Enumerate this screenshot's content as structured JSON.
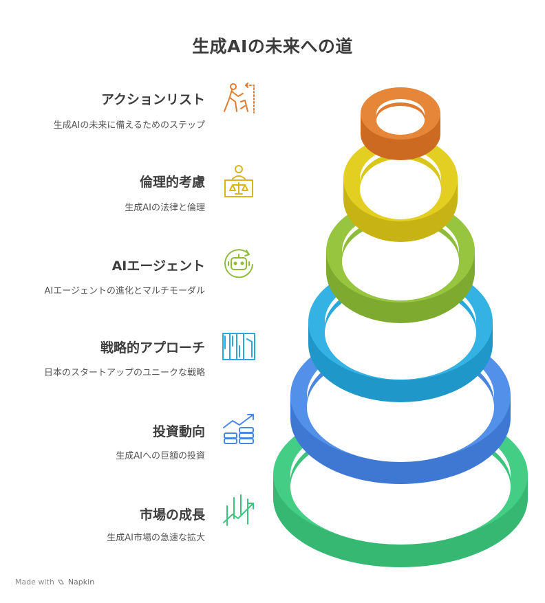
{
  "title": "生成AIの未来への道",
  "items": [
    {
      "title": "アクションリスト",
      "desc": "生成AIの未来に備えるためのステップ",
      "icon": "action-list-icon",
      "color": "#e07b30"
    },
    {
      "title": "倫理的考慮",
      "desc": "生成AIの法律と倫理",
      "icon": "ethics-scale-icon",
      "color": "#d9c61b"
    },
    {
      "title": "AIエージェント",
      "desc": "AIエージェントの進化とマルチモーダル",
      "icon": "robot-icon",
      "color": "#8ebc3a"
    },
    {
      "title": "戦略的アプローチ",
      "desc": "日本のスタートアップのユニークな戦略",
      "icon": "strategy-columns-icon",
      "color": "#29a9db"
    },
    {
      "title": "投資動向",
      "desc": "生成AIへの巨額の投資",
      "icon": "investment-coins-icon",
      "color": "#4a86e0"
    },
    {
      "title": "市場の成長",
      "desc": "生成AI市場の急速な拡大",
      "icon": "market-growth-icon",
      "color": "#3cc47c"
    }
  ],
  "footer": {
    "made_with": "Made with",
    "brand": "Napkin"
  }
}
